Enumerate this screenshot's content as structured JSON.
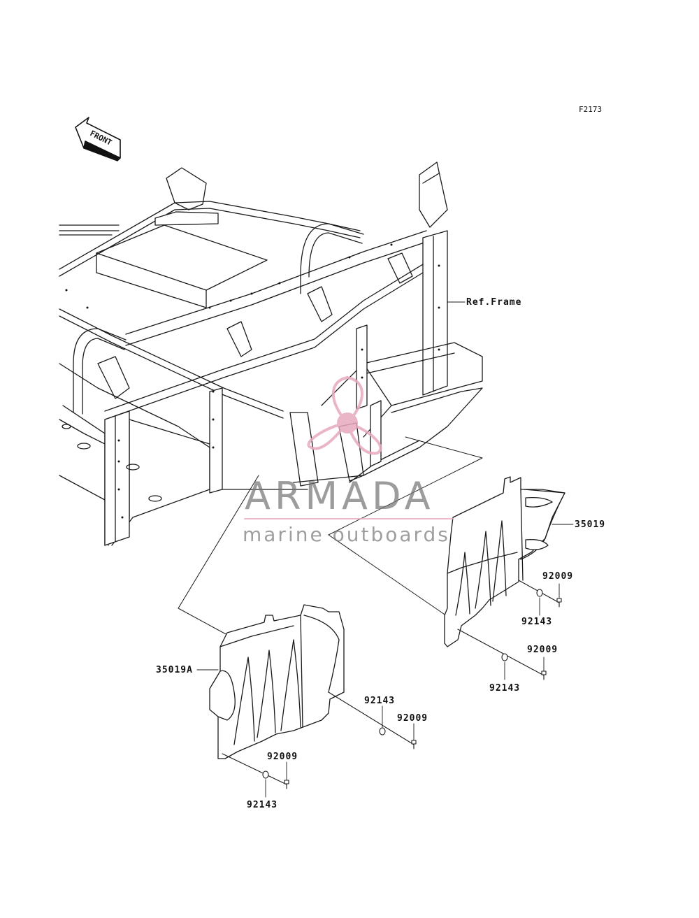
{
  "diagram": {
    "figure_code": "F2173",
    "front_arrow_label": "FRONT",
    "ref_label": "Ref.Frame",
    "parts": [
      {
        "id": "p1",
        "number": "35019"
      },
      {
        "id": "p2",
        "number": "35019A"
      },
      {
        "id": "p3",
        "number": "92009"
      },
      {
        "id": "p4",
        "number": "92143"
      },
      {
        "id": "p5",
        "number": "92009"
      },
      {
        "id": "p6",
        "number": "92143"
      },
      {
        "id": "p7",
        "number": "92143"
      },
      {
        "id": "p8",
        "number": "92009"
      },
      {
        "id": "p9",
        "number": "92009"
      },
      {
        "id": "p10",
        "number": "92143"
      }
    ]
  },
  "watermark": {
    "brand": "ARMADA",
    "tagline": "marine outboards",
    "accent_color": "#e7a9bd",
    "text_color": "#777777"
  }
}
